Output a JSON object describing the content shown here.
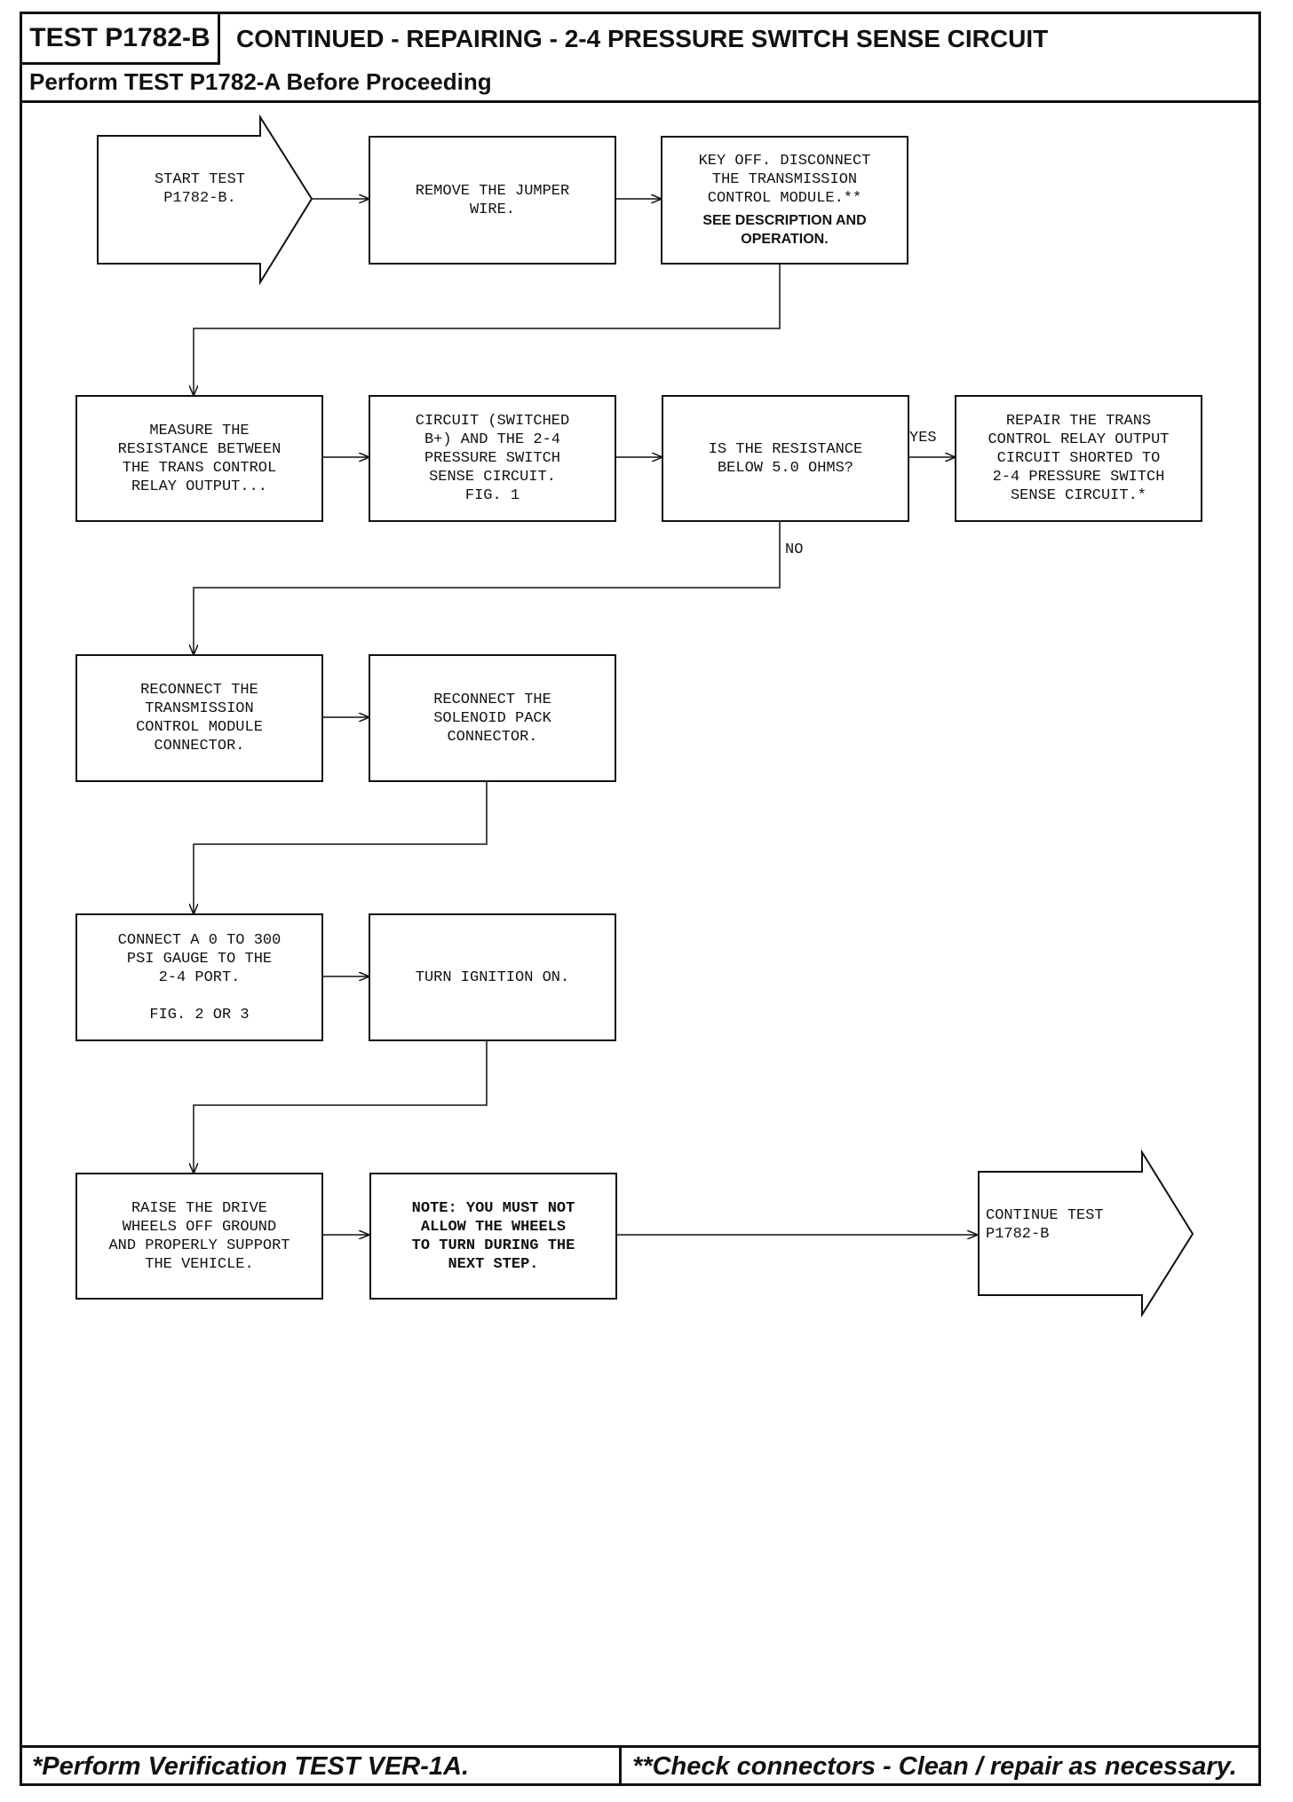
{
  "header": {
    "test_id": "TEST P1782-B",
    "title": "CONTINUED - REPAIRING - 2-4 PRESSURE SWITCH SENSE CIRCUIT",
    "subtitle": "Perform TEST P1782-A Before Proceeding"
  },
  "steps": {
    "start": "START TEST\nP1782-B.",
    "remove_jumper": "REMOVE THE JUMPER\nWIRE.",
    "key_off": "KEY OFF. DISCONNECT\nTHE TRANSMISSION\nCONTROL MODULE.**",
    "key_off_note": "SEE DESCRIPTION AND\nOPERATION.",
    "measure": "MEASURE THE\nRESISTANCE BETWEEN\nTHE TRANS CONTROL\nRELAY OUTPUT...",
    "circuit": "CIRCUIT (SWITCHED\nB+) AND THE 2-4\nPRESSURE SWITCH\nSENSE CIRCUIT.\nFIG. 1",
    "question": "IS THE RESISTANCE\nBELOW 5.0 OHMS?",
    "repair": "REPAIR THE TRANS\nCONTROL RELAY OUTPUT\nCIRCUIT SHORTED TO\n2-4 PRESSURE SWITCH\nSENSE CIRCUIT.*",
    "reconnect_tcm": "RECONNECT THE\nTRANSMISSION\nCONTROL MODULE\nCONNECTOR.",
    "reconnect_solenoid": "RECONNECT THE\nSOLENOID PACK\nCONNECTOR.",
    "connect_gauge": "CONNECT A 0 TO 300\nPSI GAUGE TO THE\n2-4 PORT.\n\nFIG. 2 OR 3",
    "ignition_on": "TURN IGNITION ON.",
    "raise_wheels": "RAISE THE DRIVE\nWHEELS OFF GROUND\nAND PROPERLY SUPPORT\nTHE VEHICLE.",
    "note": "NOTE: YOU MUST NOT\nALLOW THE WHEELS\nTO TURN DURING THE\nNEXT STEP.",
    "continue": "CONTINUE TEST\nP1782-B"
  },
  "branch_labels": {
    "yes": "YES",
    "no": "NO"
  },
  "footer": {
    "left": "*Perform Verification TEST VER-1A.",
    "right": "**Check connectors - Clean / repair as necessary."
  }
}
